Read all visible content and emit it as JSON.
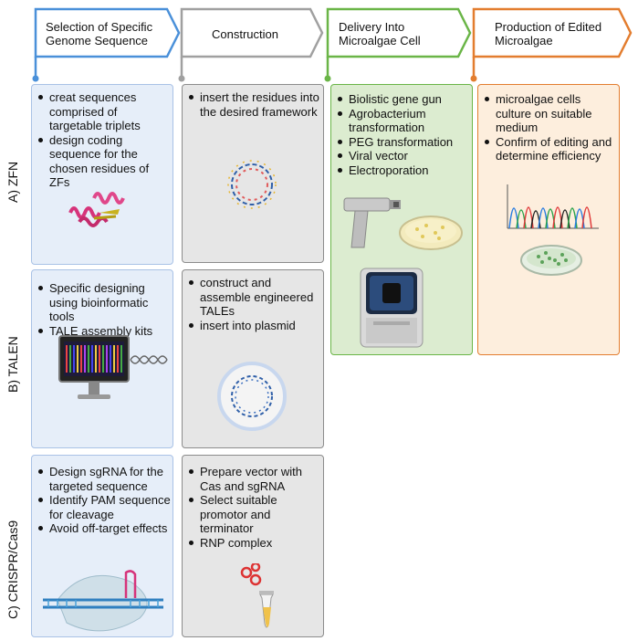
{
  "header": {
    "steps": [
      {
        "label": "Selection of Specific Genome Sequence",
        "color": "#4a90d9"
      },
      {
        "label": "Construction",
        "color": "#a0a0a0"
      },
      {
        "label": "Delivery Into Microalgae Cell",
        "color": "#6ab547"
      },
      {
        "label": "Production of Edited Microalgae",
        "color": "#e37d2f"
      }
    ]
  },
  "rows": {
    "zfn": {
      "label": "A) ZFN",
      "selection": [
        "creat sequences comprised of targetable triplets",
        "design coding sequence for the chosen residues of ZFs"
      ],
      "construction": [
        "insert the residues into the desired framework"
      ]
    },
    "talen": {
      "label": "B) TALEN",
      "selection": [
        "Specific designing using bioinformatic tools",
        "TALE assembly kits"
      ],
      "construction": [
        "construct and assemble engineered TALEs",
        "insert into plasmid"
      ]
    },
    "crispr": {
      "label": "C) CRISPR/Cas9",
      "selection": [
        "Design sgRNA for the targeted sequence",
        "Identify PAM sequence for cleavage",
        "Avoid off-target effects"
      ],
      "construction": [
        "Prepare vector with Cas and sgRNA",
        "Select suitable promotor and terminator",
        "RNP complex"
      ]
    }
  },
  "delivery": [
    "Biolistic gene gun",
    "Agrobacterium transformation",
    "PEG transformation",
    "Viral vector",
    "Electroporation"
  ],
  "production": [
    "microalgae cells culture on suitable medium",
    "Confirm of editing and determine efficiency"
  ],
  "icons": [
    "protein-structure-icon",
    "plasmid-icon",
    "gene-gun-icon",
    "petri-dish-icon",
    "electroporator-icon",
    "chromatogram-icon",
    "computer-monitor-icon",
    "dna-helix-icon",
    "crispr-complex-icon",
    "rnp-tube-icon"
  ]
}
